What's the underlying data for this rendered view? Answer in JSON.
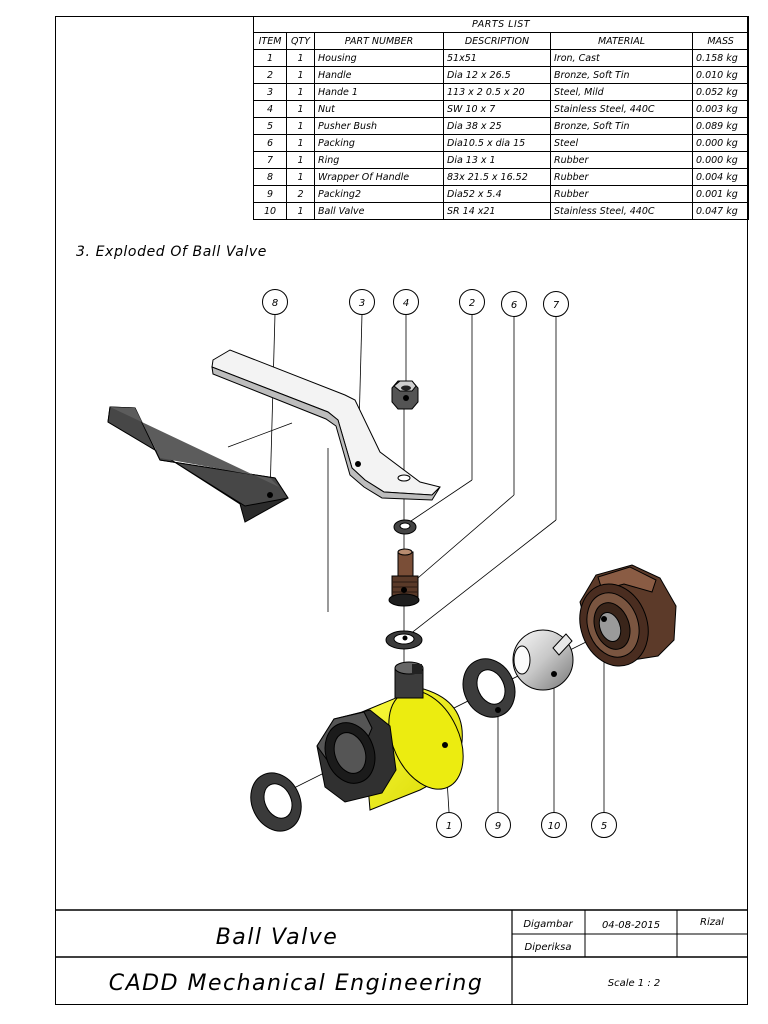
{
  "parts_list": {
    "title": "PARTS LIST",
    "columns": [
      "ITEM",
      "QTY",
      "PART NUMBER",
      "DESCRIPTION",
      "MATERIAL",
      "MASS"
    ],
    "rows": [
      [
        "1",
        "1",
        "Housing",
        "51x51",
        "Iron, Cast",
        "0.158 kg"
      ],
      [
        "2",
        "1",
        "Handle",
        "Dia 12 x 26.5",
        "Bronze, Soft Tin",
        "0.010 kg"
      ],
      [
        "3",
        "1",
        "Hande 1",
        "113 x 2 0.5 x 20",
        "Steel, Mild",
        "0.052 kg"
      ],
      [
        "4",
        "1",
        "Nut",
        "SW 10 x 7",
        "Stainless Steel, 440C",
        "0.003 kg"
      ],
      [
        "5",
        "1",
        "Pusher Bush",
        "Dia 38 x 25",
        "Bronze, Soft Tin",
        "0.089 kg"
      ],
      [
        "6",
        "1",
        "Packing",
        "Dia10.5 x dia 15",
        "Steel",
        "0.000 kg"
      ],
      [
        "7",
        "1",
        "Ring",
        "Dia 13 x 1",
        "Rubber",
        "0.000 kg"
      ],
      [
        "8",
        "1",
        "Wrapper Of Handle",
        "83x 21.5 x 16.52",
        "Rubber",
        "0.004 kg"
      ],
      [
        "9",
        "2",
        "Packing2",
        "Dia52 x 5.4",
        "Rubber",
        "0.001 kg"
      ],
      [
        "10",
        "1",
        "Ball Valve",
        "SR 14 x21",
        "Stainless Steel, 440C",
        "0.047 kg"
      ]
    ]
  },
  "section_heading": "3. Exploded Of Ball Valve",
  "balloons": {
    "top": [
      "8",
      "3",
      "4",
      "2",
      "6",
      "7"
    ],
    "bottom": [
      "1",
      "9",
      "10",
      "5"
    ]
  },
  "title_block": {
    "drawing_title": "Ball Valve",
    "organization": "CADD Mechanical Engineering",
    "drawn_by_label": "Digambar",
    "date": "04-08-2015",
    "author": "Rizal",
    "checked_label": "Diperiksa",
    "scale": "Scale 1 : 2"
  },
  "colors": {
    "housing_yellow": "#f2f200",
    "dark_rubber": "#3a3a3a",
    "bronze_bush": "#6b4330",
    "steel_handle": "#f4f4f4"
  }
}
